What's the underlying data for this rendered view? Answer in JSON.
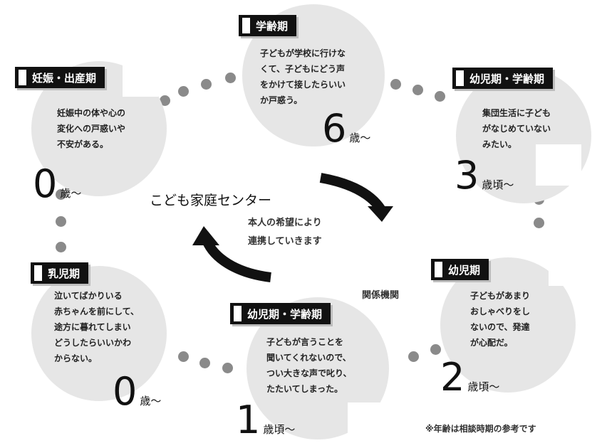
{
  "center": {
    "title": "こども家庭センター",
    "note_line1": "本人の希望により",
    "note_line2": "連携していきます",
    "related": "関係機関"
  },
  "stages": [
    {
      "label": "学齢期",
      "desc": [
        "子どもが学校に行けな",
        "くて、子どもにどう声",
        "をかけて接したらいい",
        "か戸惑う。"
      ],
      "age_num": "6",
      "age_unit": "歳～"
    },
    {
      "label": "幼児期・学齢期",
      "desc": [
        "集団生活に子ども",
        "がなじめていない",
        "みたい。"
      ],
      "age_num": "3",
      "age_unit": "歳頃～"
    },
    {
      "label": "幼児期",
      "desc": [
        "子どもがあまり",
        "おしゃべりをし",
        "ないので、発達",
        "が心配だ。"
      ],
      "age_num": "2",
      "age_unit": "歳頃～"
    },
    {
      "label": "幼児期・学齢期",
      "desc": [
        "子どもが言うことを",
        "聞いてくれないので、",
        "つい大きな声で叱り、",
        "たたいてしまった。"
      ],
      "age_num": "1",
      "age_unit": "歳頃～"
    },
    {
      "label": "乳児期",
      "desc": [
        "泣いてばかりいる",
        "赤ちゃんを前にして、",
        "途方に暮れてしまい",
        "どうしたらいいかわ",
        "からない。"
      ],
      "age_num": "0",
      "age_unit": "歳～"
    },
    {
      "label": "妊娠・出産期",
      "desc": [
        "妊娠中の体や心の",
        "変化への戸惑いや",
        "不安がある。"
      ],
      "age_num": "0",
      "age_unit": "歳～"
    }
  ],
  "footnote": "※年齢は相談時期の参考です",
  "colors": {
    "circle": "#e6e6e6",
    "tag": "#111111",
    "dot": "#8a8a8a",
    "arrow": "#111111"
  }
}
